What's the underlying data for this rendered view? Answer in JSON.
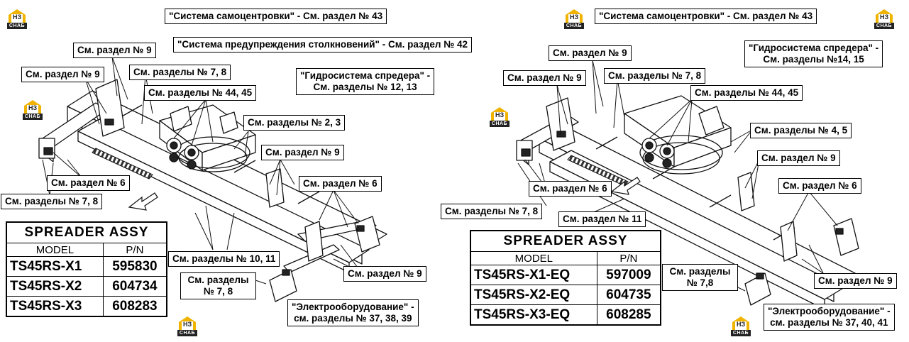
{
  "left_panel": {
    "labels": {
      "self_centering": "\"Система самоцентровки\" - См. раздел № 43",
      "collision_warning": "\"Система предупреждения столкновений\" - См. раздел № 42",
      "sec9_top": "См. раздел № 9",
      "sec9_left": "См. раздел № 9",
      "sec7_8_top": "См. разделы № 7, 8",
      "sec44_45": "См. разделы № 44, 45",
      "hydraulic_line1": "\"Гидросистема спредера\" -",
      "hydraulic_line2": "См. разделы № 12, 13",
      "sec2_3": "См. разделы № 2, 3",
      "sec9_mid": "См. раздел № 9",
      "sec6_left": "См. раздел № 6",
      "sec6_right": "См. раздел № 6",
      "sec7_8_left": "См. разделы № 7, 8",
      "sec10_11": "См. разделы № 10, 11",
      "sec7_8_bottom_line1": "См. разделы",
      "sec7_8_bottom_line2": "№ 7, 8",
      "sec9_bottom": "См. раздел № 9",
      "electrical_line1": "\"Электрооборудование\" -",
      "electrical_line2": "см. разделы № 37, 38, 39"
    },
    "table": {
      "title": "SPREADER  ASSY",
      "col_model": "MODEL",
      "col_pn": "P/N",
      "rows": [
        {
          "model": "TS45RS-X1",
          "pn": "595830"
        },
        {
          "model": "TS45RS-X2",
          "pn": "604734"
        },
        {
          "model": "TS45RS-X3",
          "pn": "608283"
        }
      ]
    }
  },
  "right_panel": {
    "labels": {
      "self_centering": "\"Система самоцентровки\" - См. раздел № 43",
      "sec9_top": "См. раздел № 9",
      "sec9_left": "См. раздел № 9",
      "sec7_8_top": "См. разделы № 7, 8",
      "hydraulic_line1": "\"Гидросистема спредера\" -",
      "hydraulic_line2": "См. разделы №14, 15",
      "sec44_45": "См. разделы № 44, 45",
      "sec4_5": "См. разделы № 4, 5",
      "sec9_mid": "См. раздел № 9",
      "sec6_left": "См. раздел № 6",
      "sec6_right": "См. раздел № 6",
      "sec7_8_left": "См. разделы № 7, 8",
      "sec11": "См. раздел № 11",
      "sec7_8_bottom_line1": "См. разделы",
      "sec7_8_bottom_line2": "№ 7,8",
      "sec9_bottom": "См. раздел № 9",
      "electrical_line1": "\"Электрооборудование\" -",
      "electrical_line2": "см. разделы № 37, 40, 41"
    },
    "table": {
      "title": "SPREADER  ASSY",
      "col_model": "MODEL",
      "col_pn": "P/N",
      "rows": [
        {
          "model": "TS45RS-X1-EQ",
          "pn": "597009"
        },
        {
          "model": "TS45RS-X2-EQ",
          "pn": "604735"
        },
        {
          "model": "TS45RS-X3-EQ",
          "pn": "608285"
        }
      ]
    }
  },
  "logo": {
    "monogram": "НЗ",
    "caption": "СНАБ",
    "color": "#f0b400"
  }
}
